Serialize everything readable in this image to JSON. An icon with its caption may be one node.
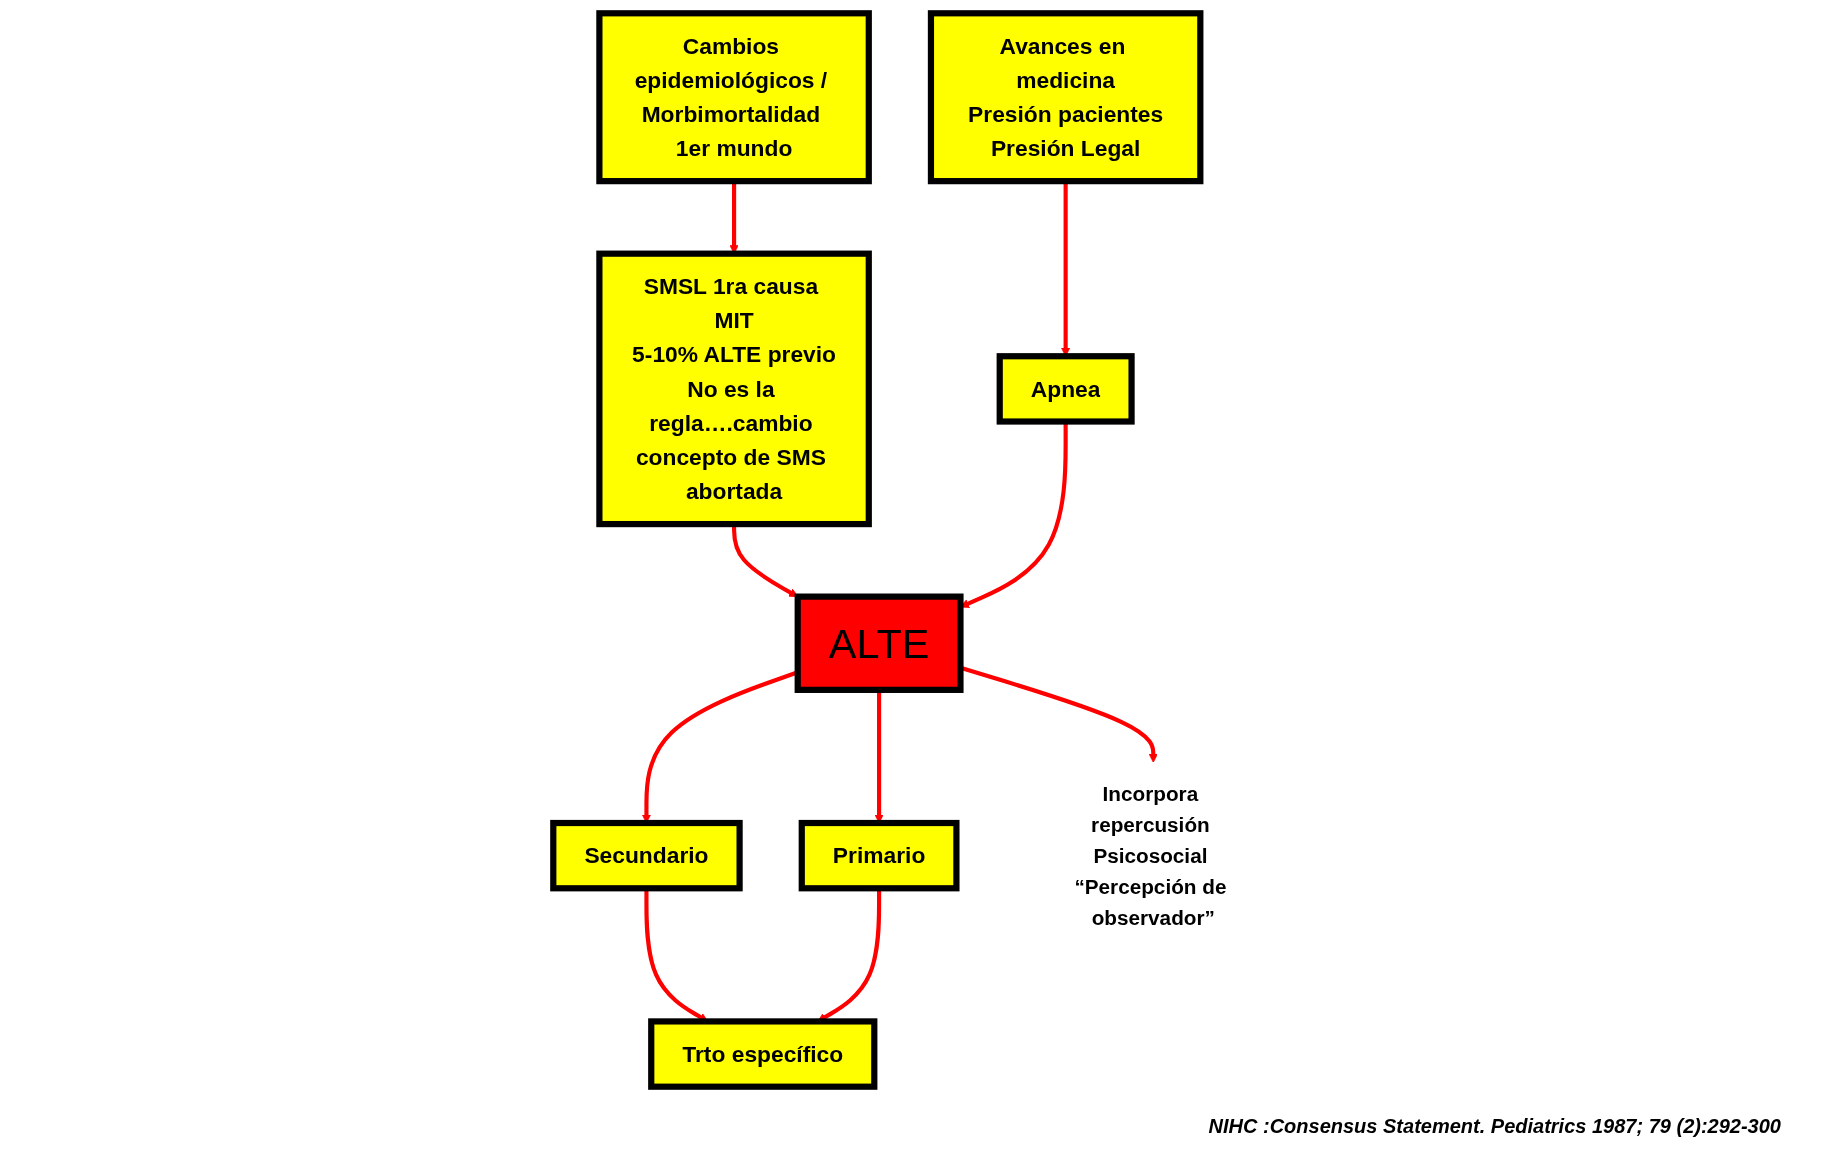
{
  "diagram": {
    "nodes": [
      {
        "text": [
          "Cambios epidemiológicos / Morbimortalidad 1er mundo"
        ]
      },
      {
        "text": [
          "SMSL 1ra causa MIT",
          "5-10% ALTE previo",
          "No es la regla….cambio concepto de SMS abortada"
        ]
      },
      {
        "text": [
          "ALTE"
        ]
      },
      {
        "text": [
          "Apnea"
        ]
      },
      {
        "text": [
          "Avances en medicina",
          "Presión pacientes",
          "Presión Legal"
        ]
      },
      {
        "text": [
          "Secundario"
        ]
      },
      {
        "text": [
          "Primario"
        ]
      },
      {
        "text": [
          "Incorpora repercusión Psicosocial “Percepción de observador”"
        ]
      },
      {
        "text": [
          "Trto específico"
        ]
      }
    ],
    "edges": [
      {
        "from": 0,
        "to": 1,
        "arrow": "to"
      },
      {
        "from": 1,
        "to": 2,
        "arrow": "to"
      },
      {
        "from": 3,
        "to": 2,
        "arrow": "to"
      },
      {
        "from": 4,
        "to": 3,
        "arrow": "to"
      },
      {
        "from": 2,
        "to": 5,
        "arrow": "to"
      },
      {
        "from": 2,
        "to": 6,
        "arrow": "to"
      },
      {
        "from": 2,
        "to": 7,
        "arrow": "to"
      },
      {
        "from": 5,
        "to": 8,
        "arrow": "to"
      },
      {
        "from": 6,
        "to": 8,
        "arrow": "to"
      }
    ],
    "labels": [
      "NIHC :Consensus Statement. Pediatrics 1987; 79 (2):292-300"
    ]
  }
}
